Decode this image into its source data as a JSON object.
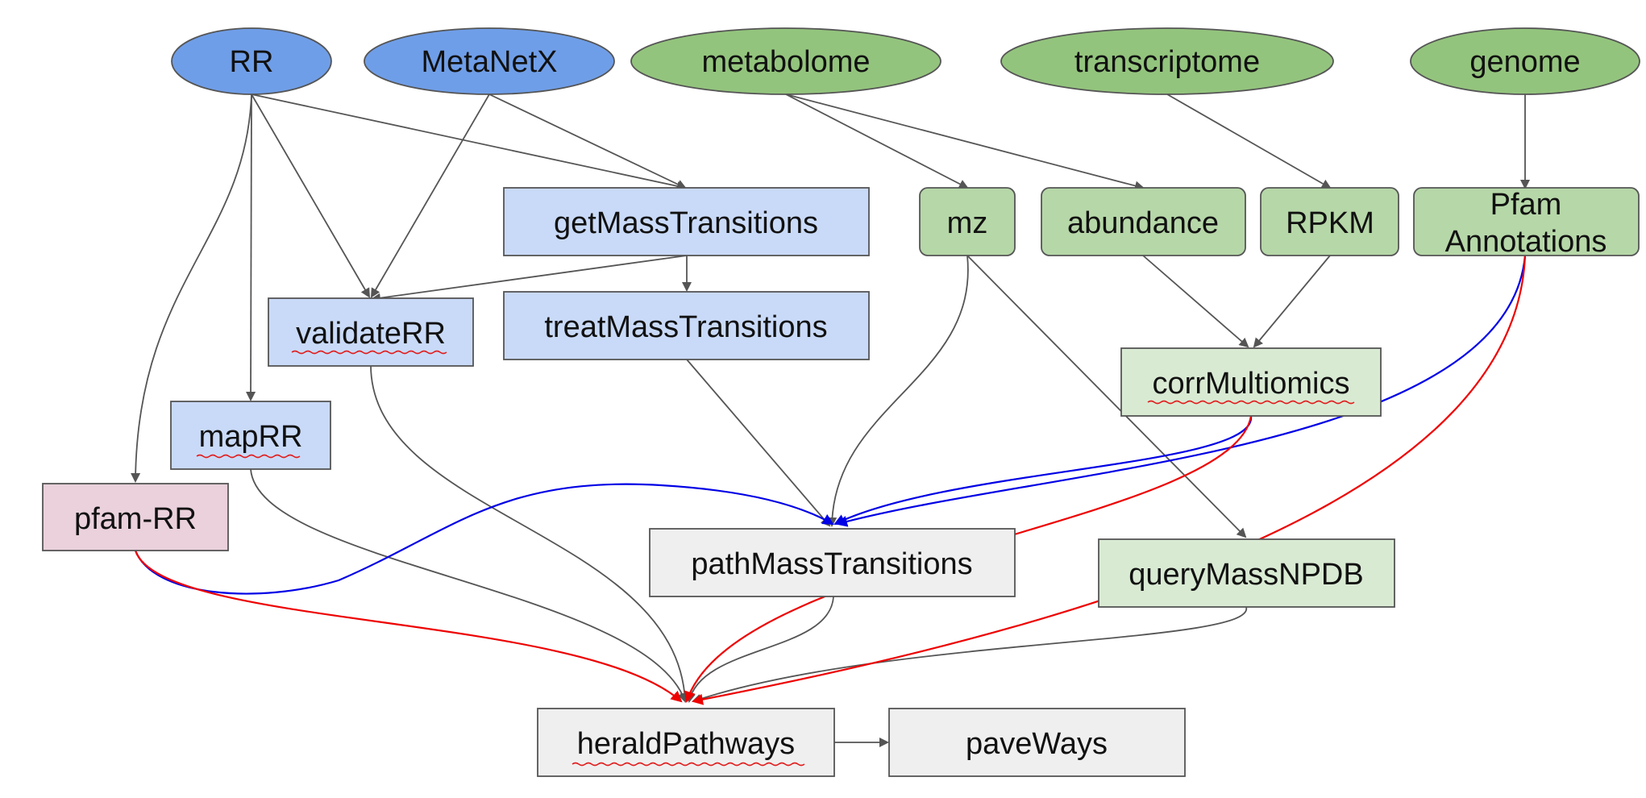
{
  "colors": {
    "source_blue": "#6f9ee8",
    "source_green": "#93c47d",
    "green_step": "#b6d7a8",
    "blue_step": "#c9daf8",
    "light_green_step": "#d9ead3",
    "pink_step": "#ead1dc",
    "gray_step": "#efefef",
    "edge_gray": "#555555",
    "edge_blue": "#0000e6",
    "edge_red": "#ee0000"
  },
  "nodes": {
    "rr": "RR",
    "metanetx": "MetaNetX",
    "metabolome": "metabolome",
    "transcriptome": "transcriptome",
    "genome": "genome",
    "get_mass_transitions": "getMassTransitions",
    "mz": "mz",
    "abundance": "abundance",
    "rpkm": "RPKM",
    "pfam_annotations_line1": "Pfam",
    "pfam_annotations_line2": "Annotations",
    "validate_rr": "validateRR",
    "treat_mass_transitions": "treatMassTransitions",
    "corr_multiomics": "corrMultiomics",
    "map_rr": "mapRR",
    "pfam_rr": "pfam-RR",
    "path_mass_transitions": "pathMassTransitions",
    "query_mass_npdb": "queryMassNPDB",
    "herald_pathways": "heraldPathways",
    "pave_ways": "paveWays"
  }
}
